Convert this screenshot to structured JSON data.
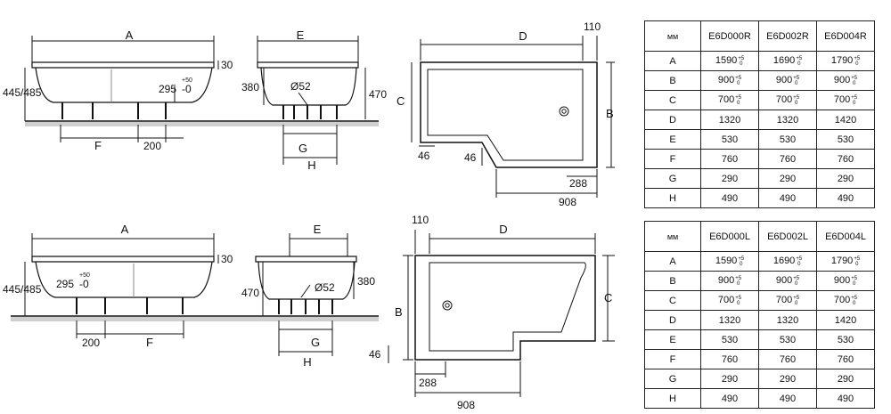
{
  "top": {
    "side_view": {
      "length": "A",
      "feet_span": "F",
      "foot_spacing": "200",
      "rim": "30",
      "height": "445/485",
      "outlet_height": "295",
      "outlet_tol_plus": "+50",
      "outlet_tol_minus": "-0"
    },
    "end_view": {
      "width": "E",
      "height_left": "380",
      "height_right": "470",
      "waste": "Ø52",
      "dim_g": "G",
      "dim_h": "H"
    },
    "plan_view": {
      "top_length": "D",
      "edge": "110",
      "right_side": "B",
      "left_side": "C",
      "bottom_left": "46",
      "step": "46",
      "lower_width": "288",
      "lower_full": "908"
    }
  },
  "bottom": {
    "side_view": {
      "length": "A",
      "feet_span": "F",
      "foot_spacing": "200",
      "rim": "30",
      "height": "445/485",
      "outlet_height": "295",
      "outlet_tol_plus": "+50",
      "outlet_tol_minus": "-0"
    },
    "end_view": {
      "width": "E",
      "height_left": "470",
      "height_right": "380",
      "waste": "Ø52",
      "dim_g": "G",
      "dim_h": "H"
    },
    "plan_view": {
      "top_length": "D",
      "edge": "110",
      "left_side": "B",
      "right_side": "C",
      "step": "46",
      "lower_width": "288",
      "lower_full": "908"
    }
  },
  "tables": {
    "right": {
      "unit": "мм",
      "models": [
        "E6D000R",
        "E6D002R",
        "E6D004R"
      ],
      "rows": [
        {
          "dim": "A",
          "values": [
            "1590",
            "1690",
            "1790"
          ],
          "tol": [
            "+5",
            "0"
          ]
        },
        {
          "dim": "B",
          "values": [
            "900",
            "900",
            "900"
          ],
          "tol": [
            "+5",
            "0"
          ]
        },
        {
          "dim": "C",
          "values": [
            "700",
            "700",
            "700"
          ],
          "tol": [
            "+5",
            "0"
          ]
        },
        {
          "dim": "D",
          "values": [
            "1320",
            "1320",
            "1420"
          ]
        },
        {
          "dim": "E",
          "values": [
            "530",
            "530",
            "530"
          ]
        },
        {
          "dim": "F",
          "values": [
            "760",
            "760",
            "760"
          ]
        },
        {
          "dim": "G",
          "values": [
            "290",
            "290",
            "290"
          ]
        },
        {
          "dim": "H",
          "values": [
            "490",
            "490",
            "490"
          ]
        }
      ]
    },
    "left": {
      "unit": "мм",
      "models": [
        "E6D000L",
        "E6D002L",
        "E6D004L"
      ],
      "rows": [
        {
          "dim": "A",
          "values": [
            "1590",
            "1690",
            "1790"
          ],
          "tol": [
            "+5",
            "0"
          ]
        },
        {
          "dim": "B",
          "values": [
            "900",
            "900",
            "900"
          ],
          "tol": [
            "+5",
            "0"
          ]
        },
        {
          "dim": "C",
          "values": [
            "700",
            "700",
            "700"
          ],
          "tol": [
            "+5",
            "0"
          ]
        },
        {
          "dim": "D",
          "values": [
            "1320",
            "1320",
            "1420"
          ]
        },
        {
          "dim": "E",
          "values": [
            "530",
            "530",
            "530"
          ]
        },
        {
          "dim": "F",
          "values": [
            "760",
            "760",
            "760"
          ]
        },
        {
          "dim": "G",
          "values": [
            "290",
            "290",
            "290"
          ]
        },
        {
          "dim": "H",
          "values": [
            "490",
            "490",
            "490"
          ]
        }
      ]
    }
  }
}
